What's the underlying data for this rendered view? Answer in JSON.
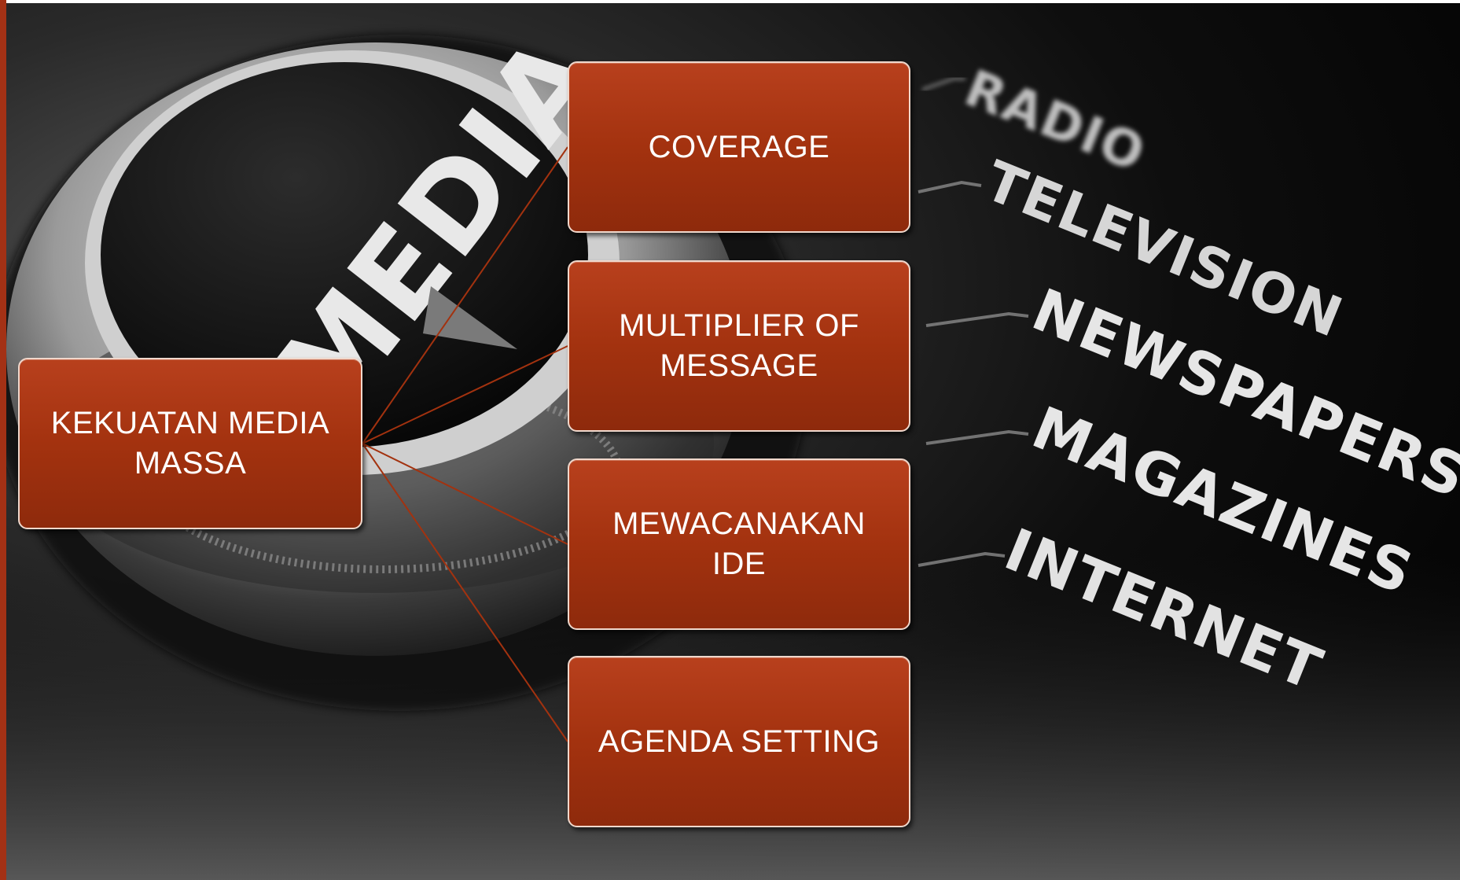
{
  "background": {
    "button_word": "MEDIA",
    "menu_items": [
      "RADIO",
      "TELEVISION",
      "NEWSPAPERS",
      "MAGAZINES",
      "INTERNET"
    ]
  },
  "diagram": {
    "root": {
      "label": "KEKUATAN MEDIA\nMASSA"
    },
    "children": [
      {
        "label": "COVERAGE"
      },
      {
        "label": "MULTIPLIER OF\nMESSAGE"
      },
      {
        "label": "MEWACANAKAN\nIDE"
      },
      {
        "label": "AGENDA SETTING"
      }
    ]
  },
  "colors": {
    "box_fill": "#a3320f",
    "box_border": "#f0d8cc",
    "connector": "#a3320f",
    "accent_bar": "#a33115"
  }
}
